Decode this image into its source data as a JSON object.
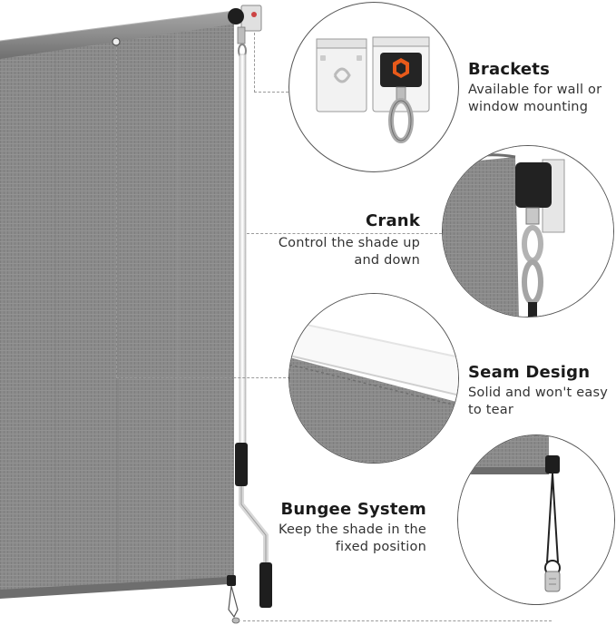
{
  "features": {
    "brackets": {
      "title": "Brackets",
      "desc_line1": "Available for wall or",
      "desc_line2": "window mounting"
    },
    "crank": {
      "title": "Crank",
      "desc_line1": "Control the shade up",
      "desc_line2": "and down"
    },
    "seam": {
      "title": "Seam Design",
      "desc_line1": "Solid and won't easy",
      "desc_line2": "to tear"
    },
    "bungee": {
      "title": "Bungee System",
      "desc_line1": "Keep the shade in the",
      "desc_line2": "fixed position"
    }
  },
  "colors": {
    "fabric": "#8a8a8a",
    "fabric_dark": "#777777",
    "metal": "#c8c8c8",
    "handle": "#1e1e1e"
  }
}
